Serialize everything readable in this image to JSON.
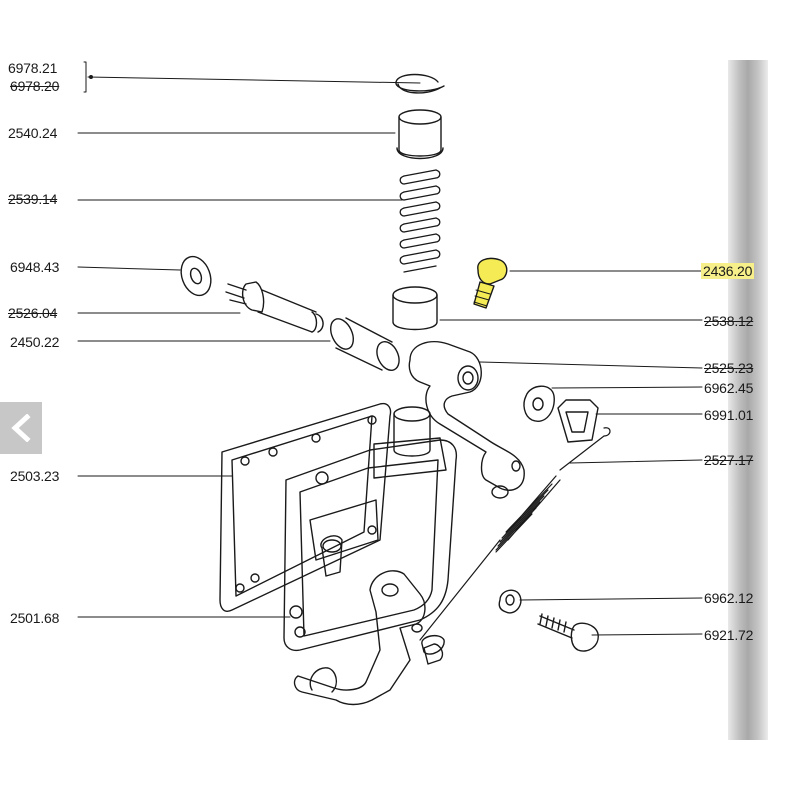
{
  "part_labels": {
    "p_697821": "6978.21",
    "p_697820": "6978.20",
    "p_254024": "2540.24",
    "p_253914": "2539.14",
    "p_694843": "6948.43",
    "p_252604": "2526.04",
    "p_245022": "2450.22",
    "p_250323": "2503.23",
    "p_250168": "2501.68",
    "p_243620": "2436.20",
    "p_253812": "2538.12",
    "p_252523": "2525.23",
    "p_696245": "6962.45",
    "p_699101": "6991.01",
    "p_252717": "2527.17",
    "p_696212": "6962.12",
    "p_692172": "6921.72"
  },
  "highlight": {
    "part": "2436.20",
    "color": "#f5ec55"
  },
  "navigation": {
    "back_icon": "chevron-left-icon"
  }
}
